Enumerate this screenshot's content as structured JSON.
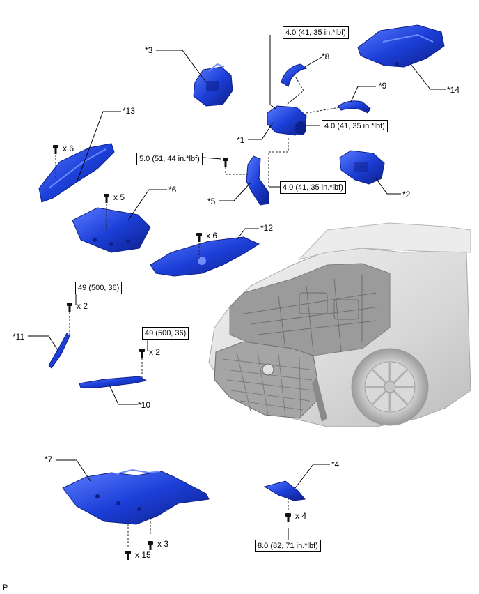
{
  "callouts": [
    {
      "key": "c1",
      "label": "*1"
    },
    {
      "key": "c2",
      "label": "*2"
    },
    {
      "key": "c3",
      "label": "*3"
    },
    {
      "key": "c4",
      "label": "*4"
    },
    {
      "key": "c5",
      "label": "*5"
    },
    {
      "key": "c6",
      "label": "*6"
    },
    {
      "key": "c7",
      "label": "*7"
    },
    {
      "key": "c8",
      "label": "*8"
    },
    {
      "key": "c9",
      "label": "*9"
    },
    {
      "key": "c10",
      "label": "*10"
    },
    {
      "key": "c11",
      "label": "*11"
    },
    {
      "key": "c12",
      "label": "*12"
    },
    {
      "key": "c13",
      "label": "*13"
    },
    {
      "key": "c14",
      "label": "*14"
    }
  ],
  "torque_specs": [
    {
      "key": "t_top",
      "text": "4.0 (41, 35 in.*lbf)"
    },
    {
      "key": "t_right1",
      "text": "4.0 (41, 35 in.*lbf)"
    },
    {
      "key": "t_left5",
      "text": "5.0 (51, 44 in.*lbf)"
    },
    {
      "key": "t_right5",
      "text": "4.0 (41, 35 in.*lbf)"
    },
    {
      "key": "t_49a",
      "text": "49 (500, 36)"
    },
    {
      "key": "t_49b",
      "text": "49 (500, 36)"
    },
    {
      "key": "t_bottom",
      "text": "8.0 (82, 71 in.*lbf)"
    }
  ],
  "quantities": [
    {
      "key": "q13",
      "text": "x 6"
    },
    {
      "key": "q6",
      "text": "x 5"
    },
    {
      "key": "q12",
      "text": "x 6"
    },
    {
      "key": "q11",
      "text": "x 2"
    },
    {
      "key": "q10",
      "text": "x 2"
    },
    {
      "key": "q7a",
      "text": "x 3"
    },
    {
      "key": "q7b",
      "text": "x 15"
    },
    {
      "key": "q4",
      "text": "x 4"
    }
  ],
  "footer_mark": "P",
  "colors": {
    "part_blue": "#1c3fd8",
    "part_dark": "#0d1f8a",
    "part_light": "#6f8cff",
    "vehicle_gray": "#cfcfcf",
    "line": "#000000"
  },
  "icons": [
    "bolt-icon"
  ]
}
